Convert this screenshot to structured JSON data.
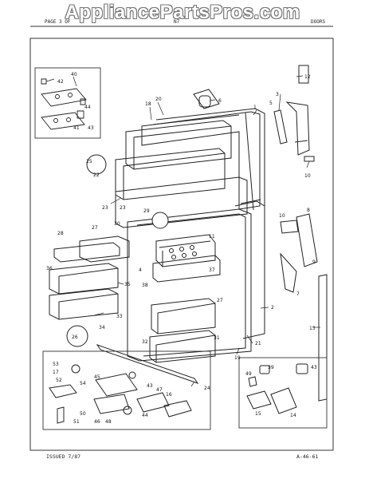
{
  "watermark": "AppliancePartsPros.com",
  "header": {
    "left": "PAGE 3 OF",
    "center": "N7",
    "right": "DOORS"
  },
  "footer": {
    "issued": "ISSUED 7/87",
    "code": "A-46-61"
  },
  "callouts": {
    "c1": "1",
    "c2": "2",
    "c3": "3",
    "c4": "4",
    "c5": "5",
    "c6": "6",
    "c7": "7",
    "c8": "8",
    "c9": "9",
    "c10a": "10",
    "c10b": "10",
    "c11": "11",
    "c12": "12",
    "c13": "13",
    "c14": "14",
    "c15": "15",
    "c16": "16",
    "c17": "17",
    "c18": "18",
    "c19": "19",
    "c20": "20",
    "c21": "21",
    "c22": "22",
    "c23a": "23",
    "c23b": "23",
    "c24": "24",
    "c25": "25",
    "c26": "26",
    "c27a": "27",
    "c27b": "27",
    "c28": "28",
    "c29": "29",
    "c30": "30",
    "c31": "31",
    "c32": "32",
    "c33": "33",
    "c34": "34",
    "c35": "35",
    "c36": "36",
    "c37": "37",
    "c38": "38",
    "c39": "39",
    "c40": "40",
    "c41": "41",
    "c42": "42",
    "c43a": "43",
    "c43b": "43",
    "c43c": "43",
    "c44a": "44",
    "c44b": "44",
    "c45": "45",
    "c46": "46",
    "c47": "47",
    "c48": "48",
    "c49": "49",
    "c50": "50",
    "c51": "51",
    "c52": "52",
    "c53": "53",
    "c54": "54"
  }
}
